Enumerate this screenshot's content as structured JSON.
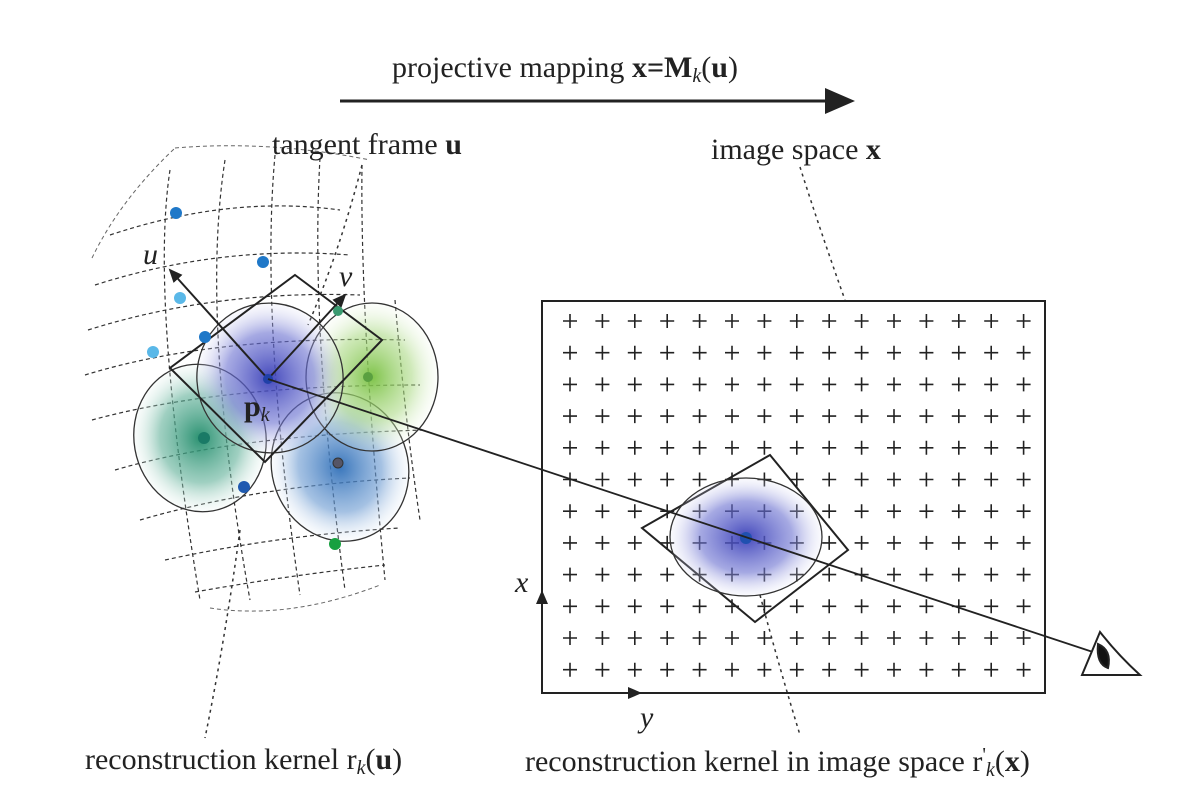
{
  "labels": {
    "mapping_prefix": "projective mapping ",
    "mapping_bold_x": "x=M",
    "mapping_sub": "k",
    "mapping_paren_open": "(",
    "mapping_bold_u": "u",
    "mapping_paren_close": ")",
    "tangent_prefix": "tangent frame ",
    "tangent_bold": "u",
    "image_space_prefix": "image space ",
    "image_space_bold": "x",
    "axis_u": "u",
    "axis_v": "v",
    "axis_x": "x",
    "axis_y": "y",
    "point_bold": "p",
    "point_sub": "k",
    "kernel_prefix": "reconstruction kernel r",
    "kernel_sub": "k",
    "kernel_paren_open": "(",
    "kernel_bold": "u",
    "kernel_paren_close": ")",
    "kernel_img_prefix": "reconstruction kernel in image space r",
    "kernel_img_prime": "'",
    "kernel_img_sub": "k",
    "kernel_img_paren_open": "(",
    "kernel_img_bold": "x",
    "kernel_img_paren_close": ")"
  },
  "colors": {
    "ink": "#222222",
    "blue_kernel": "#4a4fc0",
    "green_kernel": "#7cc04a",
    "teal_kernel": "#2e9a78",
    "steel_kernel": "#3f7fc0",
    "dot_blue": "#1f78c8",
    "dot_light": "#5ab8e8",
    "dot_green": "#18a040"
  },
  "grid": {
    "rows": 12,
    "cols": 15,
    "marker": "+"
  }
}
